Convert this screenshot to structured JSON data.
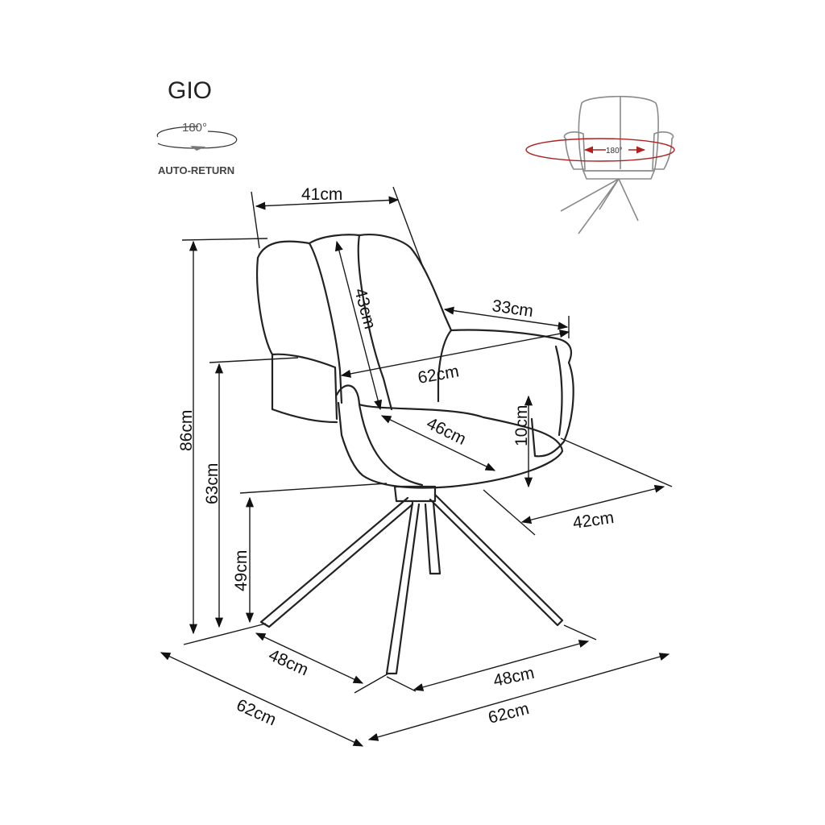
{
  "product": {
    "name": "GIO",
    "rotation_degrees": "180°",
    "feature": "AUTO-RETURN",
    "inset_rotation": "180°"
  },
  "dimensions": {
    "back_width": "41cm",
    "back_height": "43cm",
    "arm_depth": "33cm",
    "overall_width_top": "62cm",
    "seat_depth": "46cm",
    "arm_above_seat": "10cm",
    "seat_width": "42cm",
    "total_height": "86cm",
    "arm_height": "63cm",
    "seat_height": "49cm",
    "base_left": "48cm",
    "base_right": "48cm",
    "footprint_left": "62cm",
    "footprint_right": "62cm"
  }
}
